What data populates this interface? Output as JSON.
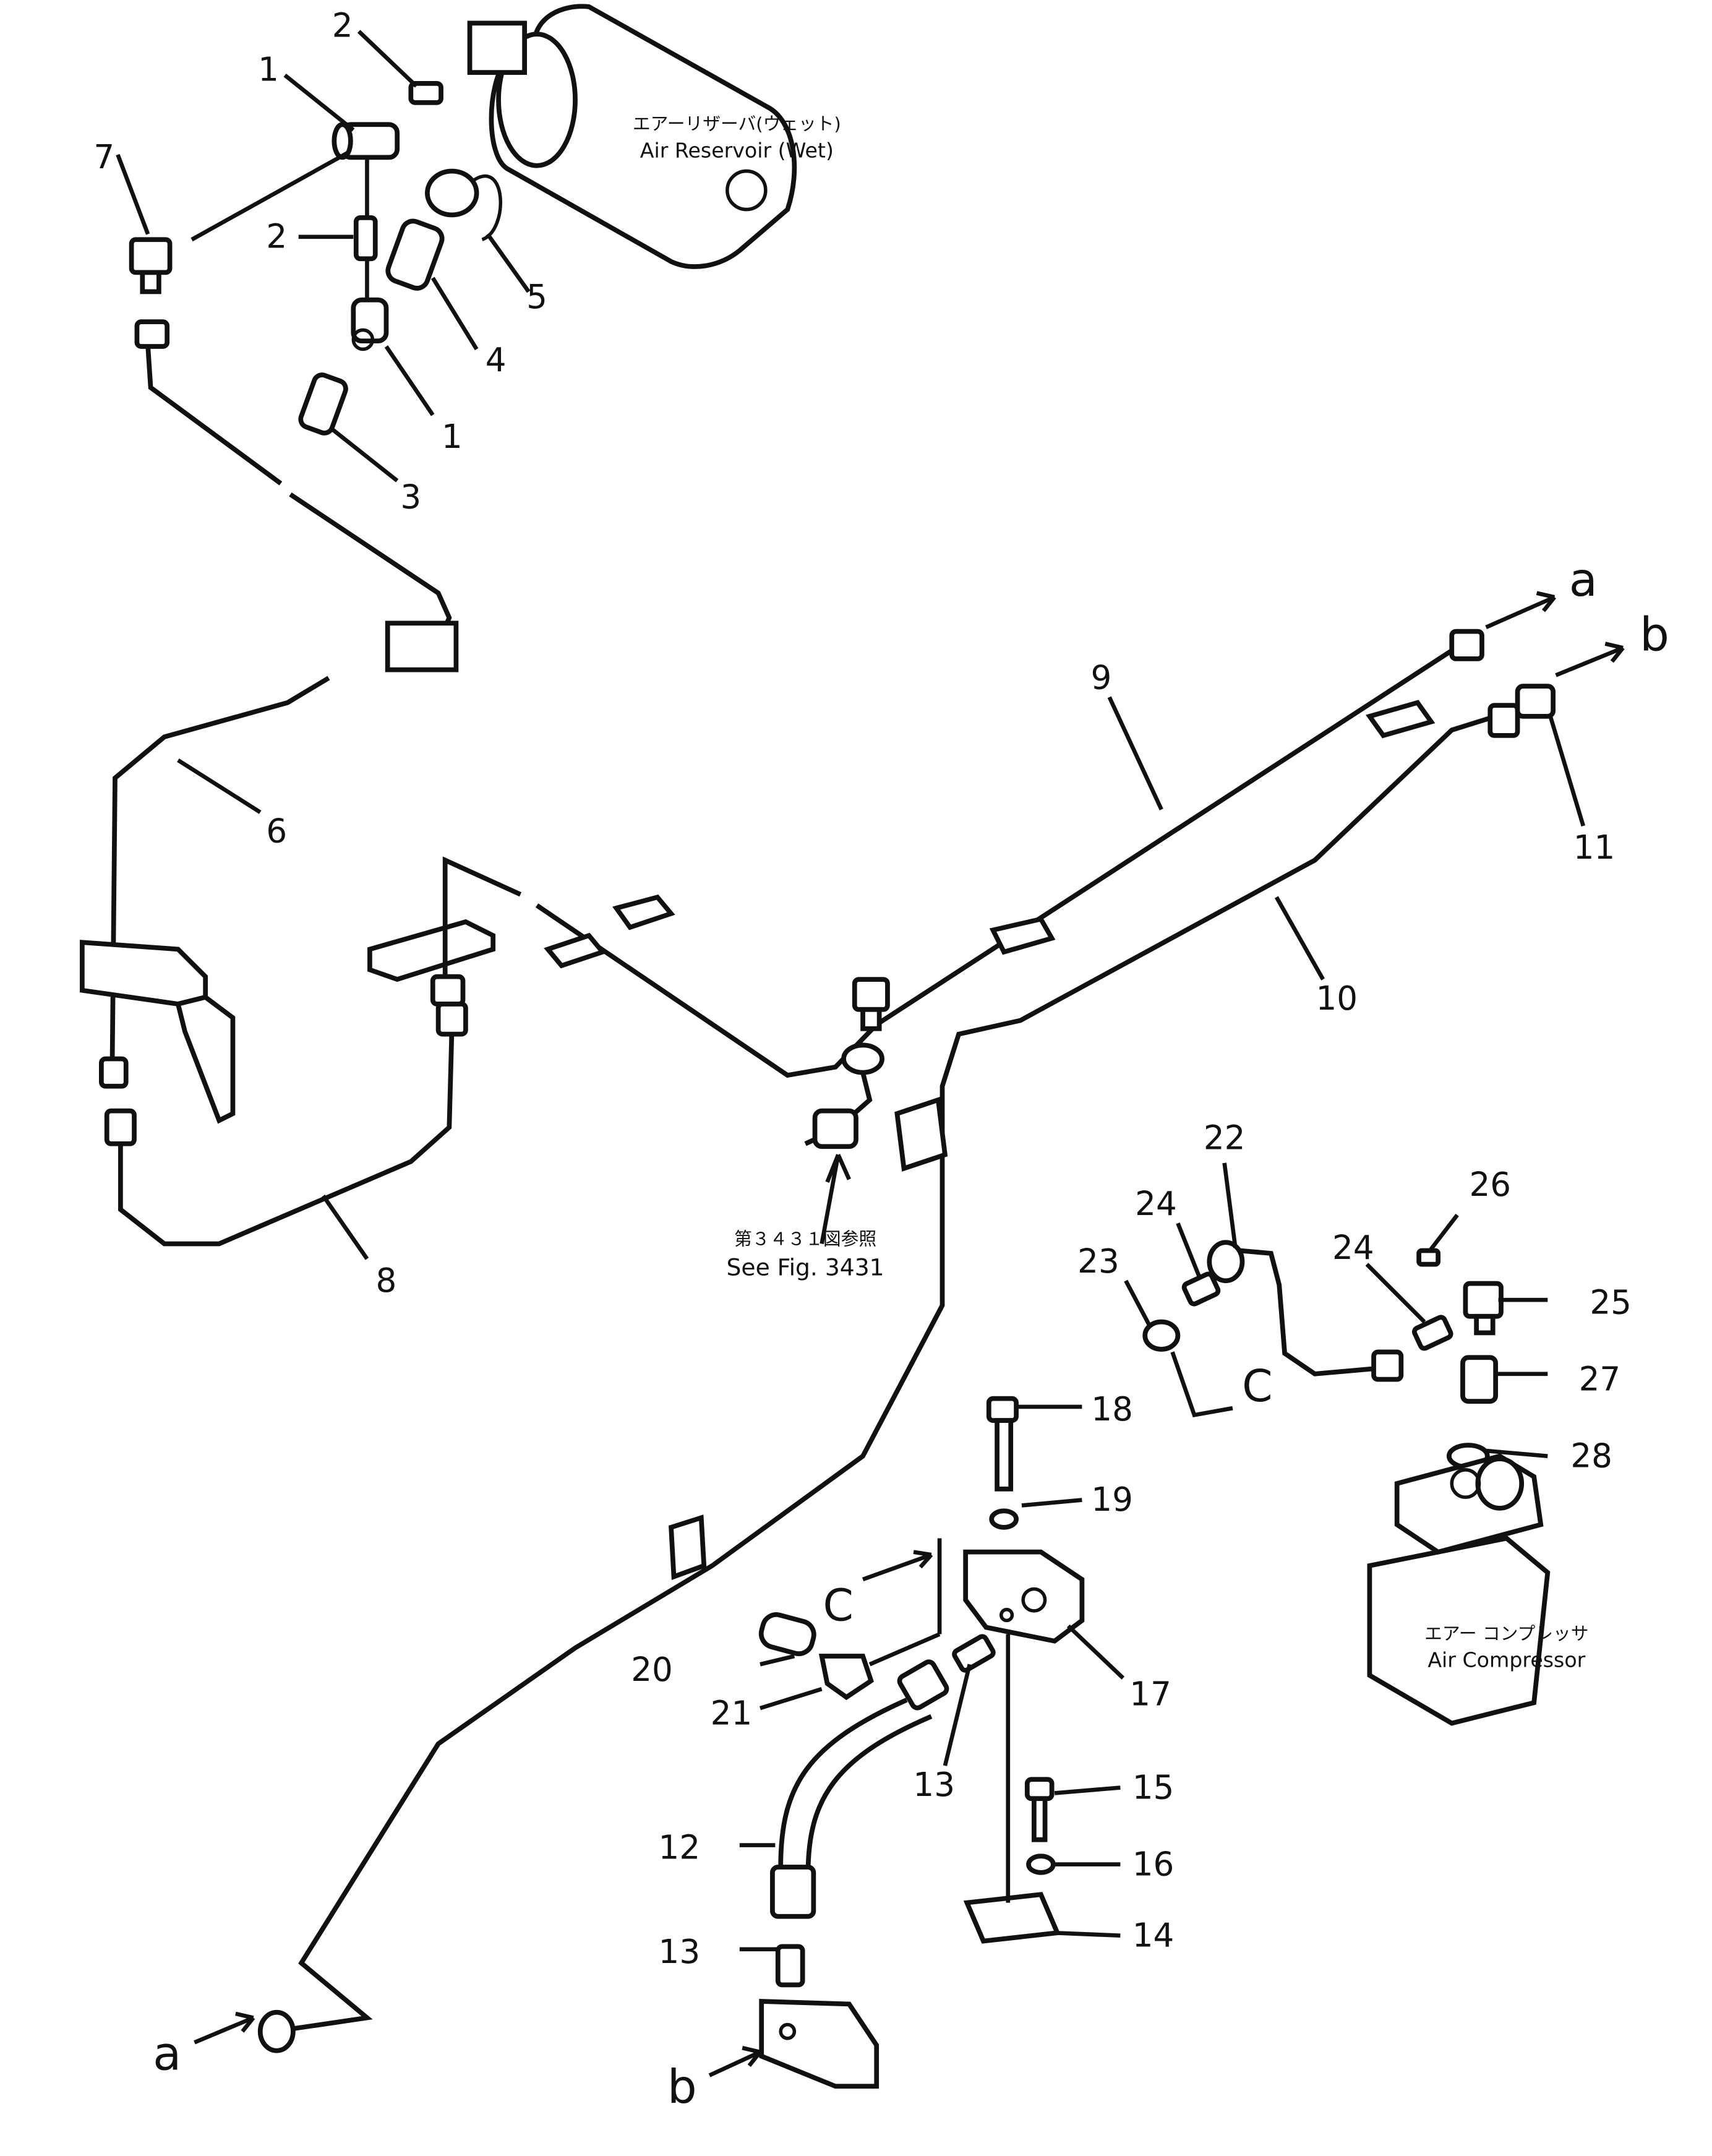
{
  "callouts": {
    "p1a": "1",
    "p1b": "1",
    "p2a": "2",
    "p2b": "2",
    "p3": "3",
    "p4": "4",
    "p5": "5",
    "p6": "6",
    "p7": "7",
    "p8": "8",
    "p9": "9",
    "p10": "10",
    "p11": "11",
    "p12": "12",
    "p13a": "13",
    "p13b": "13",
    "p14": "14",
    "p15": "15",
    "p16": "16",
    "p17": "17",
    "p18": "18",
    "p19": "19",
    "p20": "20",
    "p21": "21",
    "p22": "22",
    "p23": "23",
    "p24a": "24",
    "p24b": "24",
    "p25": "25",
    "p26": "26",
    "p27": "27",
    "p28": "28"
  },
  "connectors": {
    "a_top": "a",
    "b_top": "b",
    "a_bottom": "a",
    "b_bottom": "b",
    "c_upper": "C",
    "c_lower": "C"
  },
  "labels": {
    "reservoir_jp": "エアーリザーバ(ウェット)",
    "reservoir_en": "Air Reservoir (Wet)",
    "see_fig_jp": "第３４３１図参照",
    "see_fig_en": "See Fig. 3431",
    "compressor_jp": "エアー コンプレッサ",
    "compressor_en": "Air Compressor"
  }
}
